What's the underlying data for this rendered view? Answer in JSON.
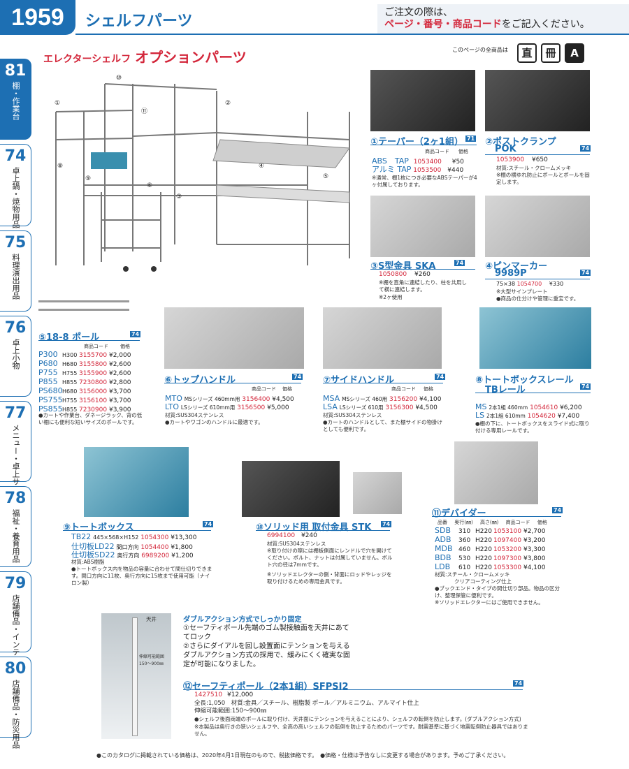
{
  "header": {
    "page_number": "1959",
    "category": "シェルフパーツ",
    "notice_line1": "ご注文の際は、",
    "notice_red": "ページ・番号・商品コード",
    "notice_line2": "をご記入ください。"
  },
  "subtitle": {
    "brand": "エレクターシェルフ",
    "title": "オプションパーツ",
    "all_codes_label": "このページの全商品は",
    "icons": [
      "直",
      "冊",
      "A"
    ]
  },
  "sidebar": [
    {
      "num": "81",
      "label": "棚・作業台",
      "active": true
    },
    {
      "num": "74",
      "label": "卓上鍋・焼物用品",
      "active": false
    },
    {
      "num": "75",
      "label": "料理演出用品",
      "active": false
    },
    {
      "num": "76",
      "label": "卓上小物",
      "active": false
    },
    {
      "num": "77",
      "label": "メニュー・卓上サイン",
      "active": false
    },
    {
      "num": "78",
      "label": "福祉・養育用品",
      "active": false
    },
    {
      "num": "79",
      "label": "店舗備品・インテリア",
      "active": false
    },
    {
      "num": "80",
      "label": "店舗備品・防災用品",
      "active": false
    }
  ],
  "diagram_labels": [
    "①",
    "②",
    "③",
    "④",
    "⑤",
    "⑥",
    "⑧",
    "⑨",
    "⑩",
    "⑪"
  ],
  "p1": {
    "title": "①テーパー（2ヶ1組）",
    "page": "71",
    "h_code": "商品コード",
    "h_price": "価格",
    "rows": [
      [
        "ABS　TAP",
        "1053400",
        "¥50"
      ],
      [
        "アルミ TAP",
        "1053500",
        "¥440"
      ]
    ],
    "note": "※通常、棚1枚につき必要なABSテーパーが4ヶ付属しております。"
  },
  "p2": {
    "title": "②ポストクランプ",
    "title2": "POK",
    "page": "74",
    "code": "1053900",
    "price": "¥650",
    "mat": "材質:スチール・クロームメッキ",
    "note": "※棚の横ゆれ防止にポールとポールを固定します。"
  },
  "p3": {
    "title": "③S型金具 SKA",
    "page": "74",
    "code": "1050800",
    "price": "¥260",
    "note": "※棚を直角に連結したり、柱を共用して横に連結します。",
    "note2": "※2ヶ使用"
  },
  "p4": {
    "title": "④ピンマーカー",
    "title2": "9989P",
    "page": "74",
    "size": "75×38",
    "code": "1054700",
    "price": "¥330",
    "note": "※大型サインプレート",
    "note2": "●商品の仕分けや管理に重宝です。"
  },
  "p5": {
    "title": "⑤18-8 ポール",
    "page": "74",
    "h_code": "商品コード",
    "h_price": "価格",
    "rows": [
      [
        "P300",
        "H300",
        "3155700",
        "¥2,000"
      ],
      [
        "P680",
        "H680",
        "3155800",
        "¥2,600"
      ],
      [
        "P755",
        "H755",
        "3155900",
        "¥2,600"
      ],
      [
        "P855",
        "H855",
        "7230800",
        "¥2,800"
      ],
      [
        "PS680",
        "H680",
        "3156000",
        "¥3,700"
      ],
      [
        "PS755",
        "H755",
        "3156100",
        "¥3,700"
      ],
      [
        "PS855",
        "H855",
        "7230900",
        "¥3,900"
      ]
    ],
    "note": "●カートや作業台、ダネージラック、背の低い棚にも便利な短いサイズのポールです。"
  },
  "p6": {
    "title": "⑥トップハンドル",
    "page": "74",
    "h_code": "商品コード",
    "h_price": "価格",
    "rows": [
      [
        "MTO",
        "MSシリーズ 460mm用",
        "3156400",
        "¥4,500"
      ],
      [
        "LTO",
        "LSシリーズ 610mm用",
        "3156500",
        "¥5,000"
      ]
    ],
    "mat": "材質:SUS304ステンレス",
    "note": "●カートやワゴンのハンドルに最適です。"
  },
  "p7": {
    "title": "⑦サイドハンドル",
    "page": "74",
    "h_code": "商品コード",
    "h_price": "価格",
    "rows": [
      [
        "MSA",
        "MSシリーズ 460用",
        "3156200",
        "¥4,100"
      ],
      [
        "LSA",
        "LSシリーズ 610用",
        "3156300",
        "¥4,500"
      ]
    ],
    "mat": "材質:SUS304ステンレス",
    "note": "●カートのハンドルとして、また棚サイドの物掛けとしても便利です。"
  },
  "p8": {
    "title": "⑧トートボックスレール",
    "title2": "TBレール",
    "page": "74",
    "rows": [
      [
        "MS",
        "2本1組 460mm",
        "1054610",
        "¥6,200"
      ],
      [
        "LS",
        "2本1組 610mm",
        "1054620",
        "¥7,400"
      ]
    ],
    "note": "●棚の下に、トートボックスをスライド式に取り付ける専用レールです。"
  },
  "p9": {
    "title": "⑨トートボックス",
    "page": "74",
    "rows": [
      [
        "TB22",
        "445×568×H152",
        "1054300",
        "¥13,300"
      ],
      [
        "仕切板LD22",
        "間口方向",
        "1054400",
        "¥1,800"
      ],
      [
        "仕切板SD22",
        "奥行方向",
        "6989200",
        "¥1,200"
      ]
    ],
    "mat": "材質:ABS樹脂",
    "note": "●トートボックス内を物品の容量に合わせて間仕切りできます。間口方向に11枚、奥行方向に15枚まで使用可能（ナイロン製）"
  },
  "p10": {
    "title": "⑩ソリッド用 取付金具 STK",
    "page": "74",
    "code": "6994100",
    "price": "¥240",
    "mat": "材質:SUS304ステンレス",
    "note": "※取り付けの際には棚板側面にレンドルで穴を開けてください。ボルト、ナットは付属していません。ボルト穴の径は7mmです。",
    "note2": "※ソリッドエレクターの側・背面にロッドやレッジを取り付けるための専用金具です。"
  },
  "p11": {
    "title": "⑪デバイダー",
    "page": "74",
    "h": [
      "品番",
      "奥行(㎜)",
      "高さ(㎜)",
      "商品コード",
      "価格"
    ],
    "rows": [
      [
        "SDB",
        "310",
        "H220",
        "1053100",
        "¥2,700"
      ],
      [
        "ADB",
        "360",
        "H220",
        "1097400",
        "¥3,200"
      ],
      [
        "MDB",
        "460",
        "H220",
        "1053200",
        "¥3,300"
      ],
      [
        "BDB",
        "530",
        "H220",
        "1097300",
        "¥3,800"
      ],
      [
        "LDB",
        "610",
        "H220",
        "1053300",
        "¥4,100"
      ]
    ],
    "mat": "材質:スチール・クロームメッキ",
    "mat2": "クリアコーティング仕上",
    "note": "●ブックエンド・タイプの間仕切り部品。物品の区分け、整理保管に便利です。",
    "note2": "※ソリッドエレクターにはご使用できません。"
  },
  "p12": {
    "heading": "ダブルアクション方式でしっかり固定",
    "points": [
      "①セーフティポール先端のゴム製接触面を天井にあててロック",
      "②さらにダイアルを回し設置面にテンションを与えるダブルアクション方式の採用で、緩みにくく確実な固定が可能になりました。"
    ],
    "title": "⑫セーフティポール（2本1組）SFPSI2",
    "page": "74",
    "code": "1427510",
    "price": "¥12,000",
    "spec": "全長:1,050　材質:金具／スチール、樹脂製 ポール／アルミニウム、アルマイト仕上",
    "spec2": "伸縮可能範囲:150〜900㎜",
    "note": "●シェルフ後面両端のポールに取り付け、天井面にテンションを与えることにより、シェルフの転倒を防止します。(ダブルアクション方式)",
    "note2": "※本製品は奥行きの狭いシェルフや、全高の高いシェルフの転倒を防止するためのパーツです。耐震基準に基づく地震転倒防止器具ではありません。",
    "img_ceiling": "天井",
    "img_range": "伸縮可能範囲 150〜900㎜"
  },
  "footer": "●このカタログに掲載されている価格は、2020年4月1日現在のもので、税抜価格です。　●価格・仕様は予告なしに変更する場合があります。予めご了承ください。"
}
